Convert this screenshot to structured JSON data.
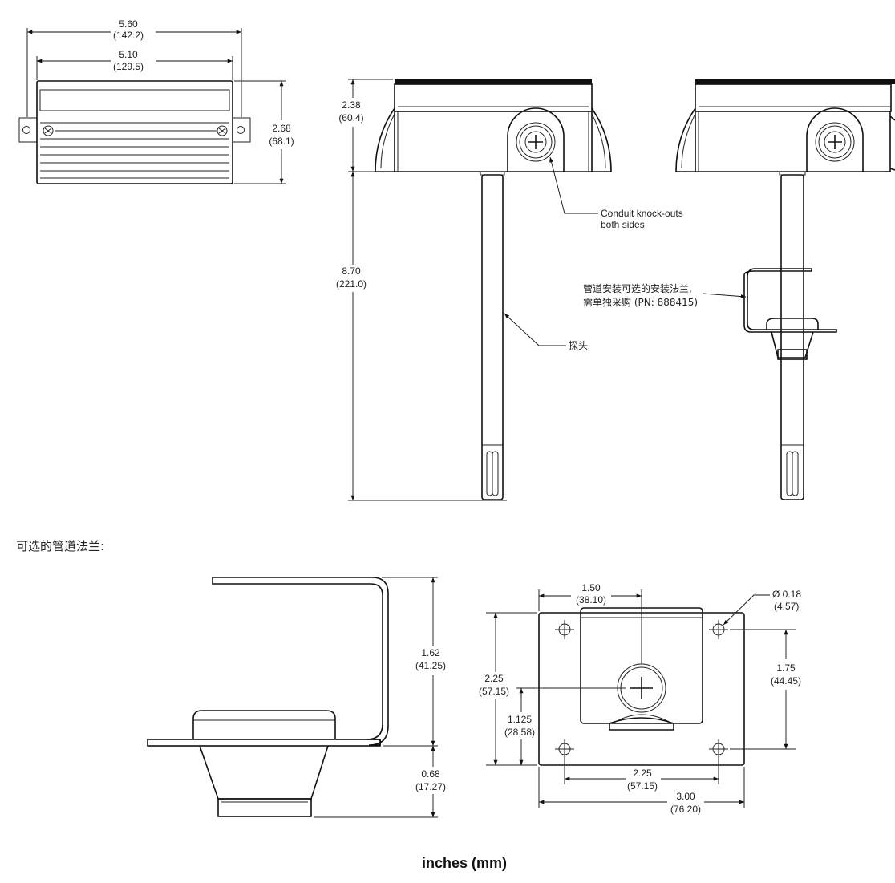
{
  "dims": {
    "overall_width_in": "5.60",
    "overall_width_mm": "(142.2)",
    "housing_width_in": "5.10",
    "housing_width_mm": "(129.5)",
    "front_height_in": "2.68",
    "front_height_mm": "(68.1)",
    "housing_height_in": "2.38",
    "housing_height_mm": "(60.4)",
    "probe_length_in": "8.70",
    "probe_length_mm": "(221.0)",
    "flange_height_in": "1.62",
    "flange_height_mm": "(41.25)",
    "flange_collar_in": "0.68",
    "flange_collar_mm": "(17.27)",
    "flange_hole_spacing_top_in": "1.50",
    "flange_hole_spacing_top_mm": "(38.10)",
    "hole_diameter_in": "Ø 0.18",
    "hole_diameter_mm": "(4.57)",
    "flange_height_total_in": "2.25",
    "flange_height_total_mm": "(57.15)",
    "flange_center_in": "1.125",
    "flange_center_mm": "(28.58)",
    "flange_hole_vert_in": "1.75",
    "flange_hole_vert_mm": "(44.45)",
    "flange_hole_horiz_in": "2.25",
    "flange_hole_horiz_mm": "(57.15)",
    "flange_width_in": "3.00",
    "flange_width_mm": "(76.20)"
  },
  "callouts": {
    "conduit_line1": "Conduit knock-outs",
    "conduit_line2": "both sides",
    "flange_line1": "管道安装可选的安装法兰,",
    "flange_line2": "需单独采购 (PN: 888415)",
    "probe": "探头"
  },
  "section_title": "可选的管道法兰:",
  "units_label": "inches (mm)"
}
